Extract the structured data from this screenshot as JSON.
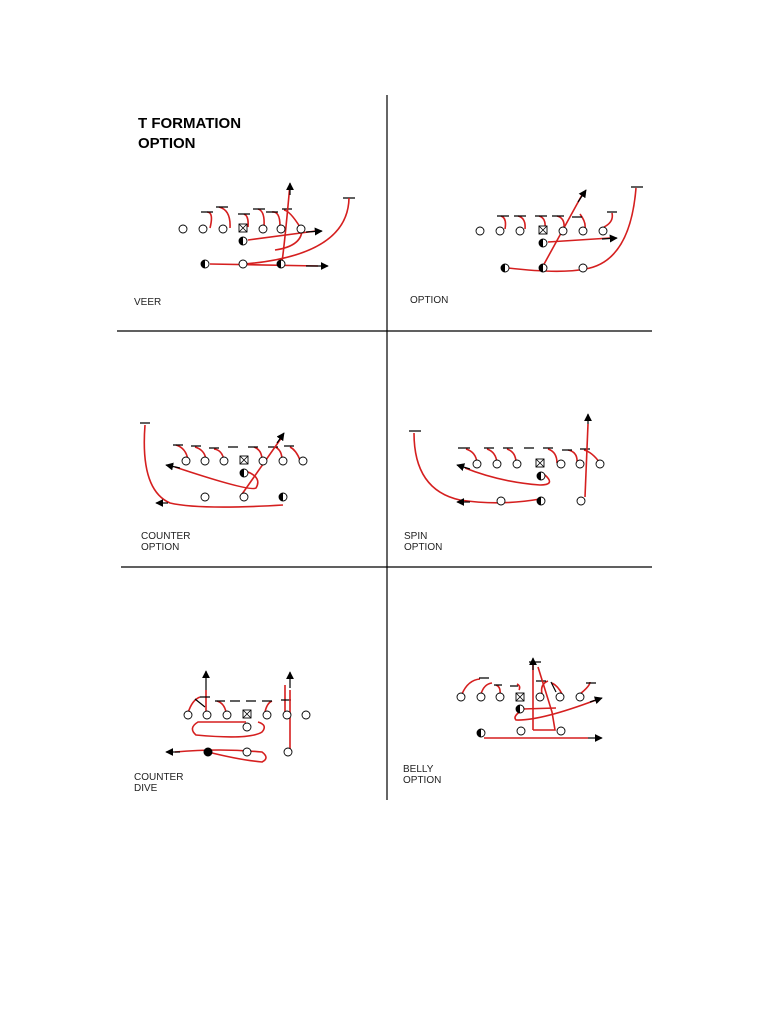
{
  "title": {
    "line1": "T FORMATION",
    "line2": "OPTION"
  },
  "plays": {
    "veer": {
      "label": [
        "VEER"
      ]
    },
    "option": {
      "label": [
        "OPTION"
      ]
    },
    "counter_option": {
      "label": [
        "COUNTER",
        "OPTION"
      ]
    },
    "spin_option": {
      "label": [
        "SPIN",
        "OPTION"
      ]
    },
    "counter_dive": {
      "label": [
        "COUNTER",
        "DIVE"
      ]
    },
    "belly_option": {
      "label": [
        "BELLY",
        "OPTION"
      ]
    }
  },
  "colors": {
    "route": "#d51f1f",
    "grid": "#000000",
    "player": "#000000"
  }
}
